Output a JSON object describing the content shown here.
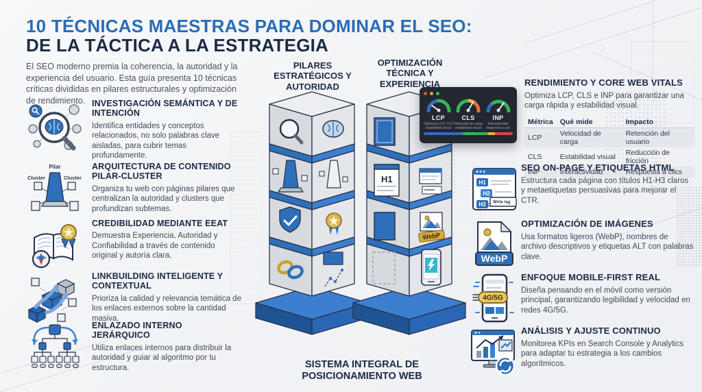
{
  "colors": {
    "accent_blue": "#2e6fba",
    "navy": "#1b2a45",
    "gold": "#c9a227",
    "green": "#35b558",
    "orange": "#e2733a",
    "red": "#d64545"
  },
  "header": {
    "title_line1": "10 TÉCNICAS MAESTRAS PARA DOMINAR EL SEO:",
    "title_line2": "DE LA TÁCTICA A LA ESTRATEGIA",
    "intro": "El SEO moderno premia la coherencia, la autoridad y la experiencia del usuario. Esta guía presenta 10 técnicas críticas divididas en pilares estructurales y optimización de rendimiento."
  },
  "left_column": {
    "items": [
      {
        "title": "INVESTIGACIÓN SEMÁNTICA Y DE INTENCIÓN",
        "body": "Identifica entidades y conceptos relacionados, no solo palabras clave aisladas, para cubrir temas profundamente."
      },
      {
        "title": "ARQUITECTURA DE CONTENIDO PILAR-CLUSTER",
        "body": "Organiza tu web con páginas pilares que centralizan la autoridad y clusters que profundizan subtemas.",
        "icon_labels": {
          "pilar": "Pilar",
          "cluster_left": "Cluster",
          "cluster_right": "Cluster"
        }
      },
      {
        "title": "CREDIBILIDAD MEDIANTE EEAT",
        "body": "Demuestra Experiencia, Autoridad y Confiabilidad a través de contenido original y autoría clara."
      },
      {
        "title": "LINKBUILDING INTELIGENTE Y CONTEXTUAL",
        "body": "Prioriza la calidad y relevancia temática de los enlaces externos sobre la cantidad masiva."
      },
      {
        "title": "ENLAZADO INTERNO JERÁRQUICO",
        "body": "Utiliza enlaces internos para distribuir la autoridad y guiar al algoritmo por tu estructura."
      }
    ]
  },
  "center": {
    "left_tower_header": "PILARES ESTRATÉGICOS Y AUTORIDAD",
    "right_tower_header": "OPTIMIZACIÓN TÉCNICA Y EXPERIENCIA",
    "footer": "SISTEMA INTEGRAL DE POSICIONAMIENTO WEB",
    "tower_labels": {
      "h1": "H1",
      "webp": "WebP"
    }
  },
  "dashboard": {
    "gauges": [
      {
        "label": "LCP",
        "sub": "Optimiza LCP, CLS estabilidad visual"
      },
      {
        "label": "CLS",
        "sub": "Velocidad de carga estabilidad visual"
      },
      {
        "label": "INP",
        "sub": "Interactividad respuesta a uso"
      }
    ]
  },
  "right_column": {
    "items": [
      {
        "title": "RENDIMIENTO Y CORE WEB VITALS",
        "body": "Optimiza LCP, CLS e INP para garantizar una carga rápida y estabilidad visual.",
        "table": {
          "headers": [
            "Métrica",
            "Qué mide",
            "Impacto"
          ],
          "rows": [
            [
              "LCP",
              "Velocidad de carga",
              "Retención del usuario"
            ],
            [
              "CLS",
              "Estabilidad visual",
              "Reducción de fricción"
            ],
            [
              "INP",
              "Interactividad",
              "Respuesta a clics"
            ]
          ]
        }
      },
      {
        "title": "SEO ON-PAGE Y ETIQUETAS HTML",
        "body": "Estructura cada página con títulos H1-H3 claros y metaetiquetas persuasivas para mejorar el CTR.",
        "icon_labels": {
          "h1": "H1",
          "h2": "H2",
          "h3": "H3",
          "tooltip": "Write tag"
        }
      },
      {
        "title": "OPTIMIZACIÓN DE IMÁGENES",
        "body": "Usa formatos ligeros (WebP), nombres de archivo descriptivos y etiquetas ALT con palabras clave.",
        "icon_labels": {
          "format": "WebP"
        }
      },
      {
        "title": "ENFOQUE MOBILE-FIRST REAL",
        "body": "Diseña pensando en el móvil como versión principal, garantizando legibilidad y velocidad en redes 4G/5G.",
        "icon_labels": {
          "badge": "4G/5G"
        }
      },
      {
        "title": "ANÁLISIS Y AJUSTE CONTINUO",
        "body": "Monitorea KPIs en Search Console y Analytics para adaptar tu estrategia a los cambios algorítmicos."
      }
    ]
  }
}
